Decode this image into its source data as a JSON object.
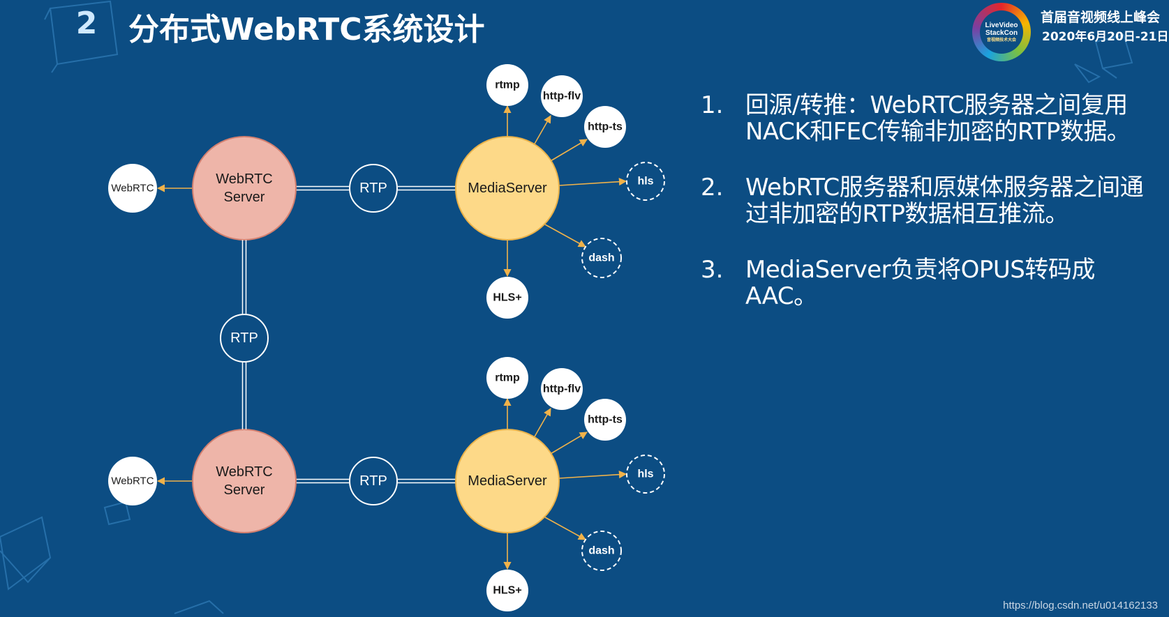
{
  "title": {
    "number": "2",
    "text": "分布式WebRTC系统设计"
  },
  "conference": {
    "logo_lines": [
      "LiveVideo",
      "StackCon",
      "音视频技术大会"
    ],
    "name": "首届音视频线上峰会",
    "date": "2020年6月20日-21日"
  },
  "diagram": {
    "groups": [
      {
        "webrtc_client": "WebRTC",
        "webrtc_server": [
          "WebRTC",
          "Server"
        ],
        "link_label": "RTP",
        "media_server": "MediaServer",
        "outputs": [
          "rtmp",
          "http-flv",
          "http-ts",
          "hls",
          "dash",
          "HLS+"
        ]
      },
      {
        "webrtc_client": "WebRTC",
        "webrtc_server": [
          "WebRTC",
          "Server"
        ],
        "link_label": "RTP",
        "media_server": "MediaServer",
        "outputs": [
          "rtmp",
          "http-flv",
          "http-ts",
          "hls",
          "dash",
          "HLS+"
        ]
      }
    ],
    "vertical_link_label": "RTP"
  },
  "points": [
    {
      "num": "1.",
      "text": "回源/转推：WebRTC服务器之间复用NACK和FEC传输非加密的RTP数据。"
    },
    {
      "num": "2.",
      "text": "WebRTC服务器和原媒体服务器之间通过非加密的RTP数据相互推流。"
    },
    {
      "num": "3.",
      "text": "MediaServer负责将OPUS转码成AAC。"
    }
  ],
  "watermark": "https://blog.csdn.net/u014162133",
  "colors": {
    "background": "#0c4d83",
    "webrtc_server": "#eeb5a9",
    "media_server": "#fdd988",
    "arrow": "#f0b24a",
    "link": "#ffffff"
  }
}
